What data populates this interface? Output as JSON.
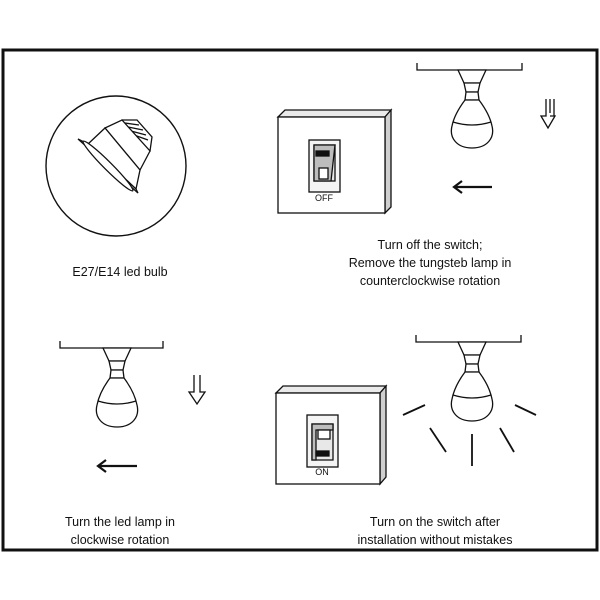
{
  "panels": {
    "bulb_type": {
      "caption": "E27/E14 led bulb"
    },
    "remove_old": {
      "switch_label": "OFF",
      "caption_lines": [
        "Turn off the switch;",
        "Remove the tungsteb lamp in",
        "counterclockwise rotation"
      ]
    },
    "install_new": {
      "caption_lines": [
        "Turn the led lamp in",
        "clockwise rotation"
      ]
    },
    "switch_on": {
      "switch_label": "ON",
      "caption_lines": [
        "Turn on the switch after",
        "installation without mistakes"
      ]
    }
  },
  "colors": {
    "line": "#111111",
    "background": "#ffffff",
    "switch_face": "#f4f4f4"
  },
  "icons": [
    "bulb-socket-icon",
    "wall-switch-icon",
    "led-bulb-icon",
    "down-arrow-icon",
    "left-arrow-icon",
    "light-rays-icon"
  ]
}
